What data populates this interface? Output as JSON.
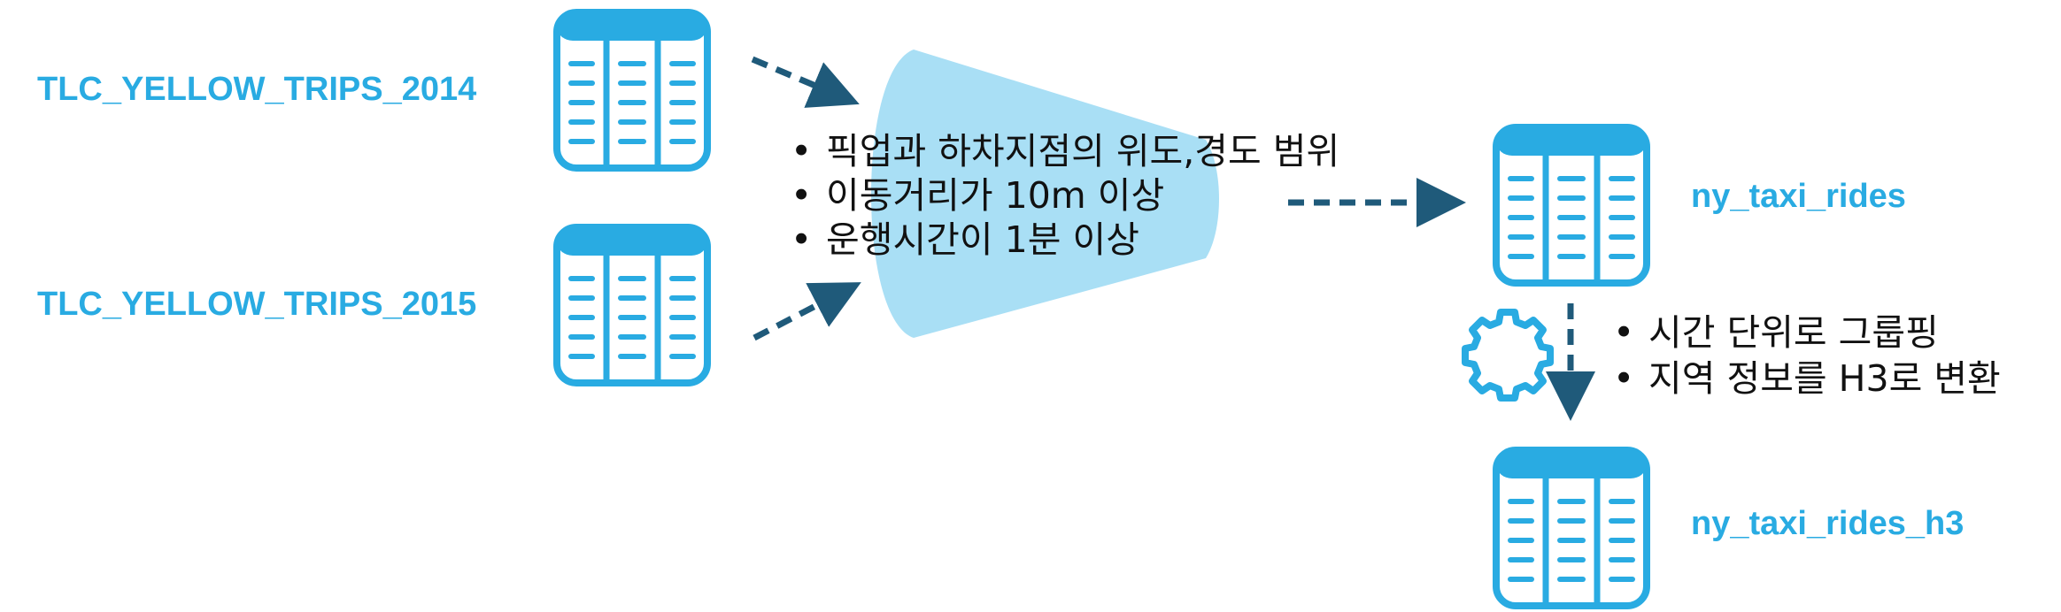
{
  "sources": [
    {
      "name": "TLC_YELLOW_TRIPS_2014"
    },
    {
      "name": "TLC_YELLOW_TRIPS_2015"
    }
  ],
  "filter": {
    "conditions": [
      "픽업과 하차지점의 위도,경도 범위",
      "이동거리가 10m 이상",
      "운행시간이 1분 이상"
    ]
  },
  "outputs": {
    "rides": {
      "name": "ny_taxi_rides"
    },
    "rides_h3": {
      "name": "ny_taxi_rides_h3"
    }
  },
  "transform": {
    "steps": [
      "시간 단위로 그룹핑",
      "지역 정보를 H3로 변환"
    ]
  },
  "colors": {
    "table_icon": "#29abe2",
    "funnel_fill": "#a9dff5",
    "arrow": "#1f5a7a",
    "label": "#29abe2"
  }
}
